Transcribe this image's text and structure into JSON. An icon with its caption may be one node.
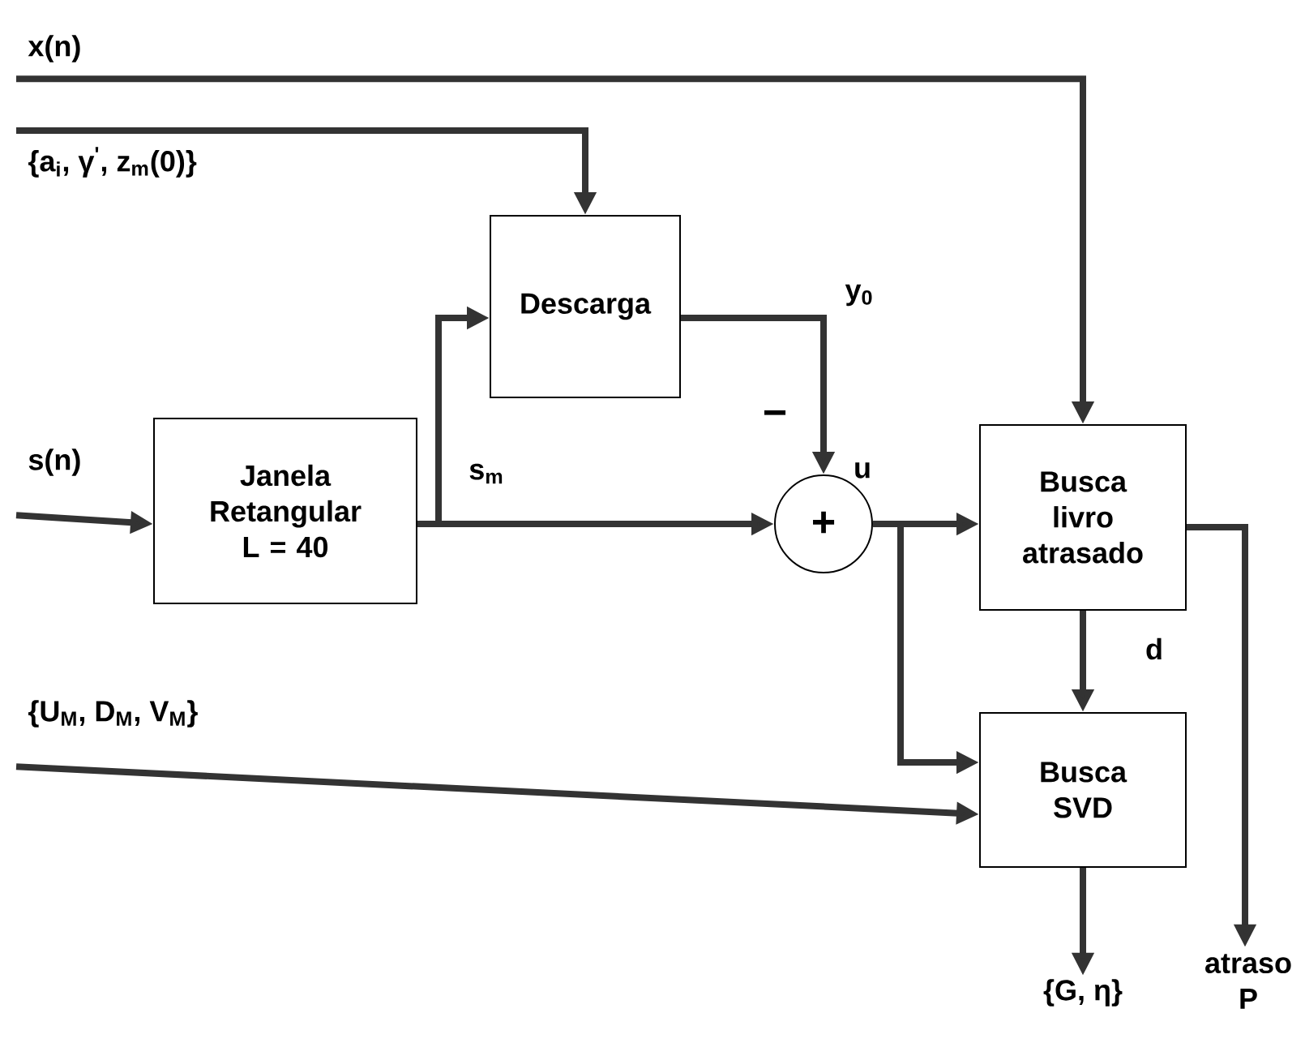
{
  "diagram": {
    "nodes": [
      {
        "text": [
          "x(n)"
        ]
      },
      {
        "text": [
          "{a$_{i}$, γ$^{'}$, z$_{m}$(0)}"
        ]
      },
      {
        "text": [
          "s(n)"
        ]
      },
      {
        "text": [
          "Janela Retangular L = 40"
        ]
      },
      {
        "text": [
          "Descarga"
        ]
      },
      {
        "text": [
          "+"
        ]
      },
      {
        "text": [
          "Busca livro atrasado"
        ]
      },
      {
        "text": [
          "{U$_{M}$, D$_{M}$, V$_{M}$}"
        ]
      },
      {
        "text": [
          "Busca SVD"
        ]
      },
      {
        "text": [
          "{G, η}"
        ]
      },
      {
        "text": [
          "atraso P"
        ]
      }
    ],
    "edges": [
      {
        "from": 0,
        "to": 6,
        "arrow": "to"
      },
      {
        "from": 1,
        "to": 4,
        "arrow": "to"
      },
      {
        "from": 2,
        "to": 3,
        "arrow": "to"
      },
      {
        "from": 3,
        "to": 4,
        "arrow": "to"
      },
      {
        "from": 3,
        "to": 5,
        "arrow": "to",
        "label": "s$_{m}$"
      },
      {
        "from": 4,
        "to": 5,
        "arrow": "to",
        "label": "y$_{0}$"
      },
      {
        "from": 5,
        "to": 6,
        "arrow": "to",
        "label": "u"
      },
      {
        "from": 5,
        "to": 8,
        "arrow": "to"
      },
      {
        "from": 6,
        "to": 8,
        "arrow": "to",
        "label": "d"
      },
      {
        "from": 7,
        "to": 8,
        "arrow": "to"
      },
      {
        "from": 8,
        "to": 9,
        "arrow": "to"
      },
      {
        "from": 6,
        "to": 10,
        "arrow": "to"
      }
    ],
    "labels": [
      "−"
    ]
  }
}
